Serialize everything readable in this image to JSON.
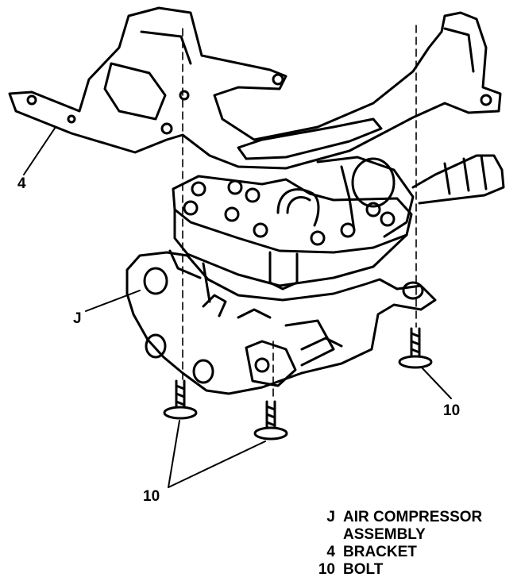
{
  "callouts": {
    "bracket": "4",
    "assembly": "J",
    "bolt_right": "10",
    "bolt_bottom": "10"
  },
  "legend": [
    {
      "key": "J",
      "text": "AIR COMPRESSOR",
      "continuation": "ASSEMBLY"
    },
    {
      "key": "4",
      "text": "BRACKET"
    },
    {
      "key": "10",
      "text": "BOLT"
    }
  ],
  "colors": {
    "line": "#000000",
    "background": "#ffffff"
  }
}
